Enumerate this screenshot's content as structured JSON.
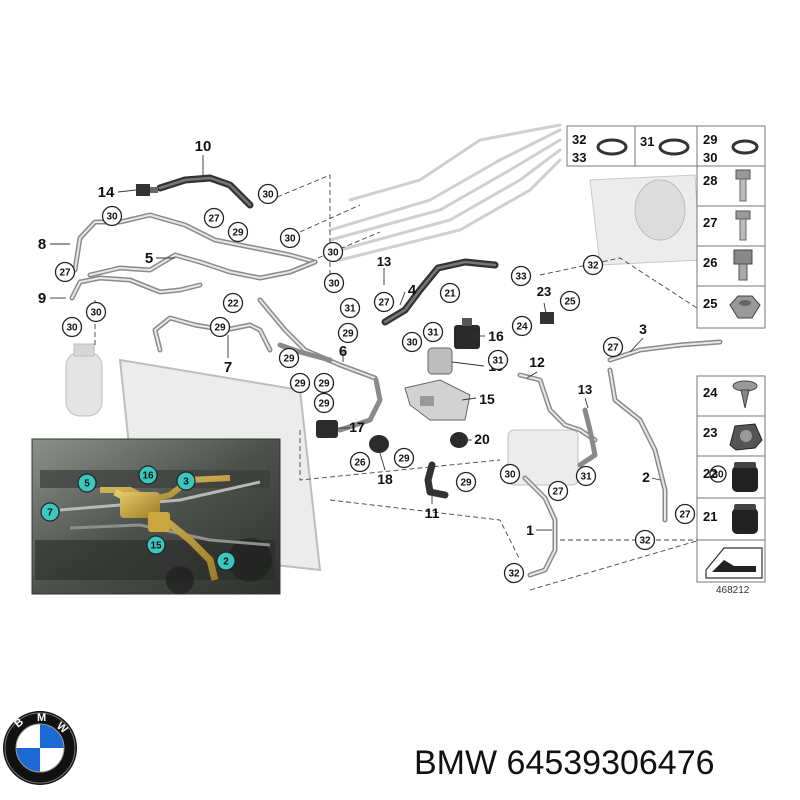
{
  "diagram": {
    "callouts": [
      {
        "id": "10",
        "text": "10"
      },
      {
        "id": "14",
        "text": "14"
      },
      {
        "id": "8",
        "text": "8"
      },
      {
        "id": "5",
        "text": "5"
      },
      {
        "id": "9",
        "text": "9"
      },
      {
        "id": "7",
        "text": "7"
      },
      {
        "id": "6",
        "text": "6"
      },
      {
        "id": "13a",
        "text": "13"
      },
      {
        "id": "4",
        "text": "4"
      },
      {
        "id": "16",
        "text": "16"
      },
      {
        "id": "19",
        "text": "19"
      },
      {
        "id": "15",
        "text": "15"
      },
      {
        "id": "17",
        "text": "17"
      },
      {
        "id": "18",
        "text": "18"
      },
      {
        "id": "20",
        "text": "20"
      },
      {
        "id": "11",
        "text": "11"
      },
      {
        "id": "12",
        "text": "12"
      },
      {
        "id": "13b",
        "text": "13"
      },
      {
        "id": "23",
        "text": "23"
      },
      {
        "id": "3",
        "text": "3"
      },
      {
        "id": "2",
        "text": "2"
      },
      {
        "id": "1",
        "text": "1"
      }
    ],
    "bubbles": [
      {
        "id": "b30-1",
        "text": "30"
      },
      {
        "id": "b27-1",
        "text": "27"
      },
      {
        "id": "b30-2",
        "text": "30"
      },
      {
        "id": "b29-1",
        "text": "29"
      },
      {
        "id": "b30-3",
        "text": "30"
      },
      {
        "id": "b30-4",
        "text": "30"
      },
      {
        "id": "b27-2",
        "text": "27"
      },
      {
        "id": "b30-5",
        "text": "30"
      },
      {
        "id": "b30-6",
        "text": "30"
      },
      {
        "id": "b30-7",
        "text": "30"
      },
      {
        "id": "b22",
        "text": "22"
      },
      {
        "id": "b29-2",
        "text": "29"
      },
      {
        "id": "b29-3",
        "text": "29"
      },
      {
        "id": "b29-4",
        "text": "29"
      },
      {
        "id": "b29-5",
        "text": "29"
      },
      {
        "id": "b29-6",
        "text": "29"
      },
      {
        "id": "b31-1",
        "text": "31"
      },
      {
        "id": "b27-3",
        "text": "27"
      },
      {
        "id": "b29-7",
        "text": "29"
      },
      {
        "id": "b30-8",
        "text": "30"
      },
      {
        "id": "b31-2",
        "text": "31"
      },
      {
        "id": "b31-3",
        "text": "31"
      },
      {
        "id": "b21",
        "text": "21"
      },
      {
        "id": "b33",
        "text": "33"
      },
      {
        "id": "b32-1",
        "text": "32"
      },
      {
        "id": "b25",
        "text": "25"
      },
      {
        "id": "b24",
        "text": "24"
      },
      {
        "id": "b27-4",
        "text": "27"
      },
      {
        "id": "b26",
        "text": "26"
      },
      {
        "id": "b29-8",
        "text": "29"
      },
      {
        "id": "b29-9",
        "text": "29"
      },
      {
        "id": "b30-9",
        "text": "30"
      },
      {
        "id": "b31-4",
        "text": "31"
      },
      {
        "id": "b27-5",
        "text": "27"
      },
      {
        "id": "b27-6",
        "text": "27"
      },
      {
        "id": "b32-2",
        "text": "32"
      },
      {
        "id": "b32-3",
        "text": "32"
      }
    ],
    "photo_markers": [
      {
        "id": "p5",
        "text": "5"
      },
      {
        "id": "p16",
        "text": "16"
      },
      {
        "id": "p3",
        "text": "3"
      },
      {
        "id": "p7",
        "text": "7"
      },
      {
        "id": "p15",
        "text": "15"
      },
      {
        "id": "p2",
        "text": "2"
      }
    ],
    "parts_panel": [
      {
        "id": "pp-32-33",
        "labels": [
          "32",
          "33"
        ],
        "icon": "o-ring-icon"
      },
      {
        "id": "pp-31",
        "labels": [
          "31"
        ],
        "icon": "o-ring-icon"
      },
      {
        "id": "pp-29-30",
        "labels": [
          "29",
          "30"
        ],
        "icon": "o-ring-icon"
      },
      {
        "id": "pp-28",
        "labels": [
          "28"
        ],
        "icon": "bolt-icon"
      },
      {
        "id": "pp-27",
        "labels": [
          "27"
        ],
        "icon": "bolt-icon"
      },
      {
        "id": "pp-26",
        "labels": [
          "26"
        ],
        "icon": "bolt-icon"
      },
      {
        "id": "pp-25",
        "labels": [
          "25"
        ],
        "icon": "nut-icon"
      },
      {
        "id": "pp-24",
        "labels": [
          "24"
        ],
        "icon": "clip-icon"
      },
      {
        "id": "pp-23",
        "labels": [
          "23"
        ],
        "icon": "grommet-icon"
      },
      {
        "id": "pp-22",
        "labels": [
          "22"
        ],
        "icon": "cap-icon"
      },
      {
        "id": "pp-21",
        "labels": [
          "21"
        ],
        "icon": "cap-icon"
      }
    ],
    "panel_bubble": {
      "text": "30"
    },
    "reference_number": "468212",
    "note_icon": "arrow-sheet-icon"
  },
  "brand": {
    "logo_text": "BMW",
    "logo_colors": {
      "ring": "#111111",
      "blue": "#1c69d4",
      "white": "#ffffff"
    },
    "caption": "BMW 64539306476"
  },
  "colors": {
    "photo_marker": "#3cc6c0",
    "photo_bg": "#5a5f5a",
    "brass": "#c9a640"
  }
}
